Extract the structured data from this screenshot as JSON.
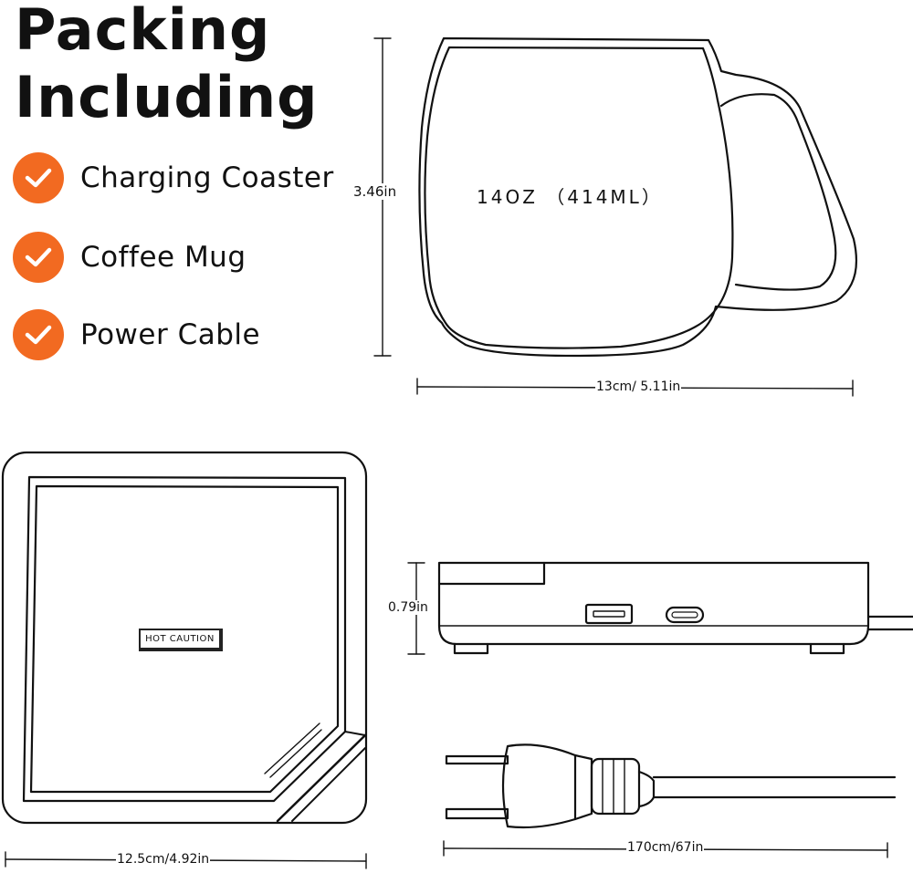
{
  "heading": {
    "line1": "Packing",
    "line2": "Including"
  },
  "items": [
    {
      "label": "Charging Coaster",
      "icon": "check-circle-icon"
    },
    {
      "label": "Coffee Mug",
      "icon": "check-circle-icon"
    },
    {
      "label": "Power Cable",
      "icon": "check-circle-icon"
    }
  ],
  "mug": {
    "capacity": "14OZ （414ML）",
    "height": "3.46in",
    "width": "13cm/ 5.11in"
  },
  "coaster": {
    "label": "HOT CAUTION",
    "width": "12.5cm/4.92in",
    "height": "0.79in"
  },
  "cable": {
    "length": "170cm/67in"
  },
  "colors": {
    "accent": "#F26A21",
    "line": "#111111",
    "background": "#ffffff"
  }
}
